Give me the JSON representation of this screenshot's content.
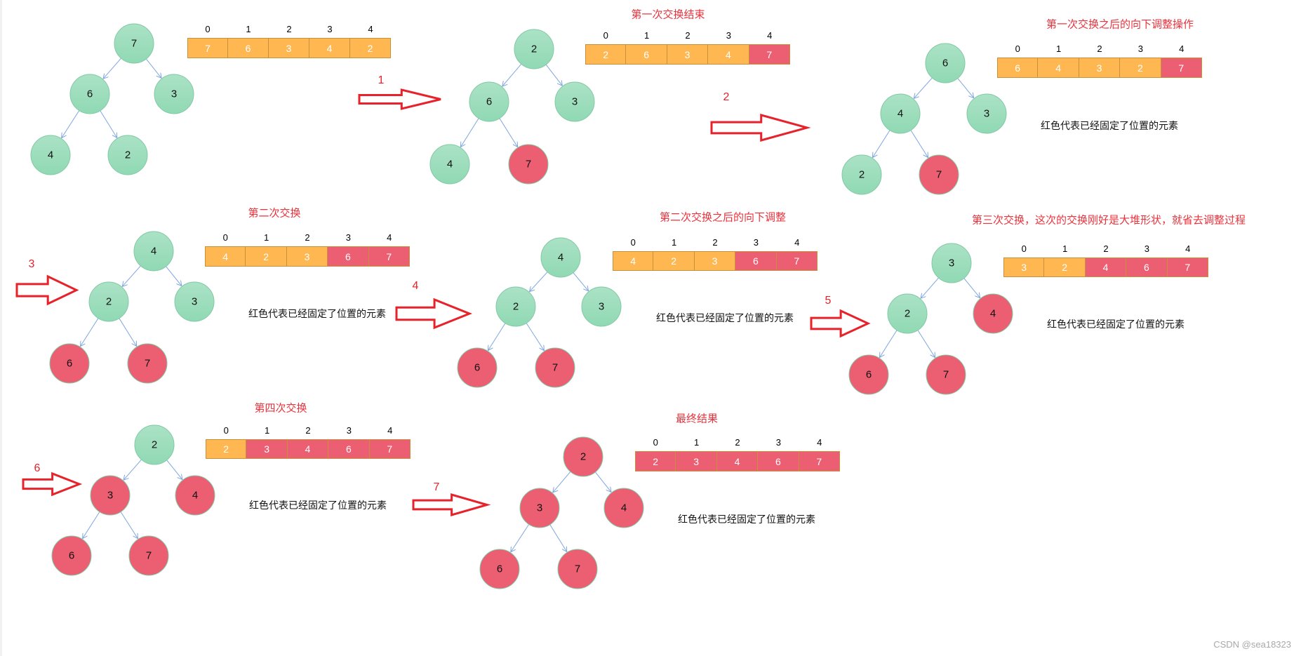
{
  "colors": {
    "unfixed_node": "#9fdfbe",
    "fixed_node": "#ec5e72",
    "node_stroke": "#82c9a3",
    "edge": "#7ea6e0",
    "unfixed_cell": "#ffb752",
    "fixed_cell": "#ec5e72",
    "title_red": "#e8323c",
    "arrow_red": "#e8222a"
  },
  "legend_note": "红色代表已经固定了位置的元素",
  "index_labels": [
    "0",
    "1",
    "2",
    "3",
    "4"
  ],
  "watermark": "CSDN @sea18323",
  "steps": [
    {
      "title": "",
      "show_note": false,
      "tree": [
        {
          "v": "7",
          "fixed": false
        },
        {
          "v": "6",
          "fixed": false
        },
        {
          "v": "3",
          "fixed": false
        },
        {
          "v": "4",
          "fixed": false
        },
        {
          "v": "2",
          "fixed": false
        }
      ],
      "array": [
        {
          "v": "7",
          "fixed": false
        },
        {
          "v": "6",
          "fixed": false
        },
        {
          "v": "3",
          "fixed": false
        },
        {
          "v": "4",
          "fixed": false
        },
        {
          "v": "2",
          "fixed": false
        }
      ]
    },
    {
      "title": "第一次交换结束",
      "show_note": false,
      "tree": [
        {
          "v": "2",
          "fixed": false
        },
        {
          "v": "6",
          "fixed": false
        },
        {
          "v": "3",
          "fixed": false
        },
        {
          "v": "4",
          "fixed": false
        },
        {
          "v": "7",
          "fixed": true
        }
      ],
      "array": [
        {
          "v": "2",
          "fixed": false
        },
        {
          "v": "6",
          "fixed": false
        },
        {
          "v": "3",
          "fixed": false
        },
        {
          "v": "4",
          "fixed": false
        },
        {
          "v": "7",
          "fixed": true
        }
      ]
    },
    {
      "title": "第一次交换之后的向下调整操作",
      "show_note": true,
      "tree": [
        {
          "v": "6",
          "fixed": false
        },
        {
          "v": "4",
          "fixed": false
        },
        {
          "v": "3",
          "fixed": false
        },
        {
          "v": "2",
          "fixed": false
        },
        {
          "v": "7",
          "fixed": true
        }
      ],
      "array": [
        {
          "v": "6",
          "fixed": false
        },
        {
          "v": "4",
          "fixed": false
        },
        {
          "v": "3",
          "fixed": false
        },
        {
          "v": "2",
          "fixed": false
        },
        {
          "v": "7",
          "fixed": true
        }
      ]
    },
    {
      "title": "第二次交换",
      "show_note": true,
      "tree": [
        {
          "v": "4",
          "fixed": false
        },
        {
          "v": "2",
          "fixed": false
        },
        {
          "v": "3",
          "fixed": false
        },
        {
          "v": "6",
          "fixed": true
        },
        {
          "v": "7",
          "fixed": true
        }
      ],
      "array": [
        {
          "v": "4",
          "fixed": false
        },
        {
          "v": "2",
          "fixed": false
        },
        {
          "v": "3",
          "fixed": false
        },
        {
          "v": "6",
          "fixed": true
        },
        {
          "v": "7",
          "fixed": true
        }
      ]
    },
    {
      "title": "第二次交换之后的向下调整",
      "show_note": true,
      "tree": [
        {
          "v": "4",
          "fixed": false
        },
        {
          "v": "2",
          "fixed": false
        },
        {
          "v": "3",
          "fixed": false
        },
        {
          "v": "6",
          "fixed": true
        },
        {
          "v": "7",
          "fixed": true
        }
      ],
      "array": [
        {
          "v": "4",
          "fixed": false
        },
        {
          "v": "2",
          "fixed": false
        },
        {
          "v": "3",
          "fixed": false
        },
        {
          "v": "6",
          "fixed": true
        },
        {
          "v": "7",
          "fixed": true
        }
      ]
    },
    {
      "title": "第三次交换，这次的交换刚好是大堆形状，就省去调整过程",
      "show_note": true,
      "tree": [
        {
          "v": "3",
          "fixed": false
        },
        {
          "v": "2",
          "fixed": false
        },
        {
          "v": "4",
          "fixed": true
        },
        {
          "v": "6",
          "fixed": true
        },
        {
          "v": "7",
          "fixed": true
        }
      ],
      "array": [
        {
          "v": "3",
          "fixed": false
        },
        {
          "v": "2",
          "fixed": false
        },
        {
          "v": "4",
          "fixed": true
        },
        {
          "v": "6",
          "fixed": true
        },
        {
          "v": "7",
          "fixed": true
        }
      ]
    },
    {
      "title": "第四次交换",
      "show_note": true,
      "tree": [
        {
          "v": "2",
          "fixed": false
        },
        {
          "v": "3",
          "fixed": true
        },
        {
          "v": "4",
          "fixed": true
        },
        {
          "v": "6",
          "fixed": true
        },
        {
          "v": "7",
          "fixed": true
        }
      ],
      "array": [
        {
          "v": "2",
          "fixed": false
        },
        {
          "v": "3",
          "fixed": true
        },
        {
          "v": "4",
          "fixed": true
        },
        {
          "v": "6",
          "fixed": true
        },
        {
          "v": "7",
          "fixed": true
        }
      ]
    },
    {
      "title": "最终结果",
      "show_note": true,
      "tree": [
        {
          "v": "2",
          "fixed": true
        },
        {
          "v": "3",
          "fixed": true
        },
        {
          "v": "4",
          "fixed": true
        },
        {
          "v": "6",
          "fixed": true
        },
        {
          "v": "7",
          "fixed": true
        }
      ],
      "array": [
        {
          "v": "2",
          "fixed": true
        },
        {
          "v": "3",
          "fixed": true
        },
        {
          "v": "4",
          "fixed": true
        },
        {
          "v": "6",
          "fixed": true
        },
        {
          "v": "7",
          "fixed": true
        }
      ]
    }
  ],
  "arrows": [
    {
      "label": "1"
    },
    {
      "label": "2"
    },
    {
      "label": "3"
    },
    {
      "label": "4"
    },
    {
      "label": "5"
    },
    {
      "label": "6"
    },
    {
      "label": "7"
    }
  ]
}
